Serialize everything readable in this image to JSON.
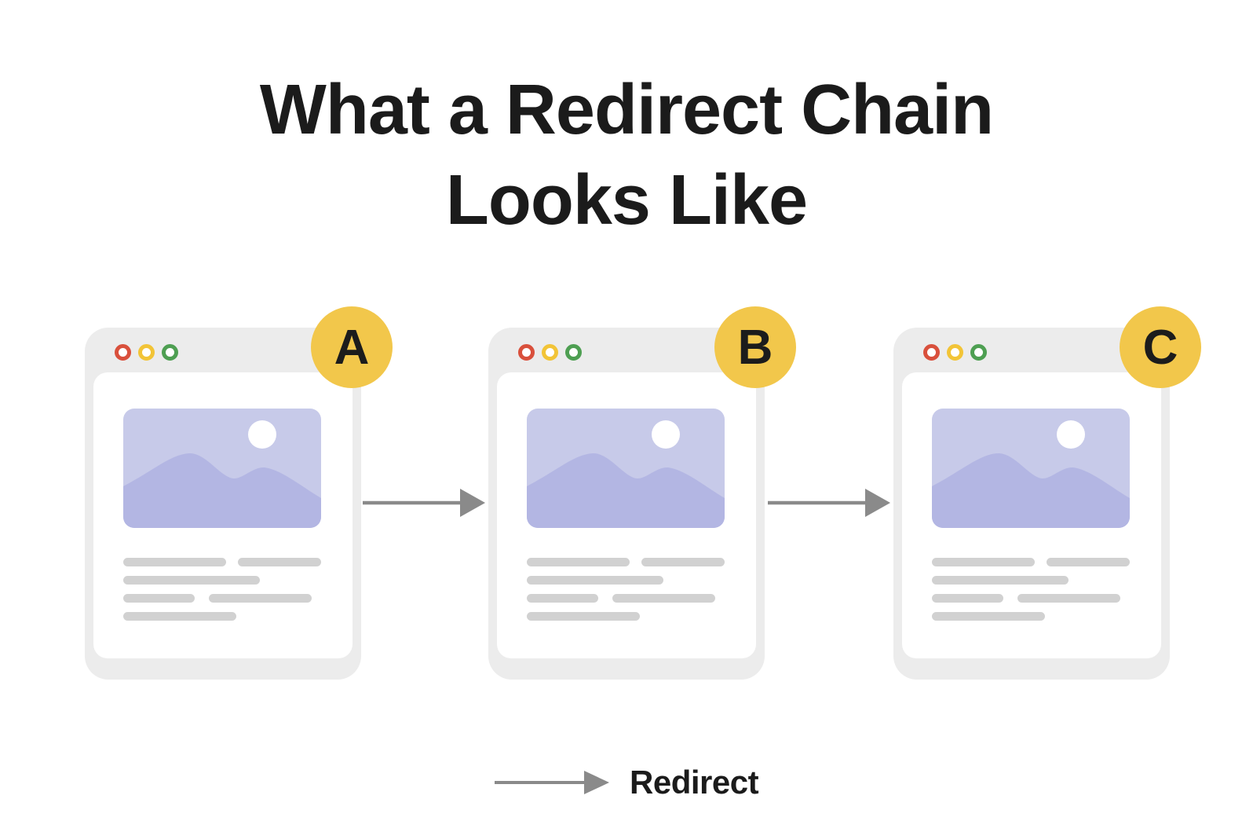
{
  "title": {
    "line1": "What a Redirect Chain",
    "line2": "Looks Like"
  },
  "windows": [
    {
      "label": "A"
    },
    {
      "label": "B"
    },
    {
      "label": "C"
    }
  ],
  "legend": {
    "label": "Redirect"
  },
  "icons": {
    "traffic_lights": [
      "red-dot-icon",
      "yellow-dot-icon",
      "green-dot-icon"
    ],
    "image_placeholder": [
      "sun-icon",
      "mountains-icon"
    ],
    "connector": "right-arrow-icon"
  },
  "colors": {
    "background": "#ffffff",
    "title_text": "#1b1b1b",
    "window_frame": "#ececec",
    "panel_white": "#ffffff",
    "badge_yellow": "#f2c74b",
    "badge_letter": "#1c1c1c",
    "traffic_red": "#d9503c",
    "traffic_yellow": "#f2c437",
    "traffic_green": "#4e9f52",
    "image_lavender": "#c7cae9",
    "mountain_lavender": "#b3b6e3",
    "text_bar_gray": "#d1d1d1",
    "arrow_gray": "#8a8a8a"
  }
}
